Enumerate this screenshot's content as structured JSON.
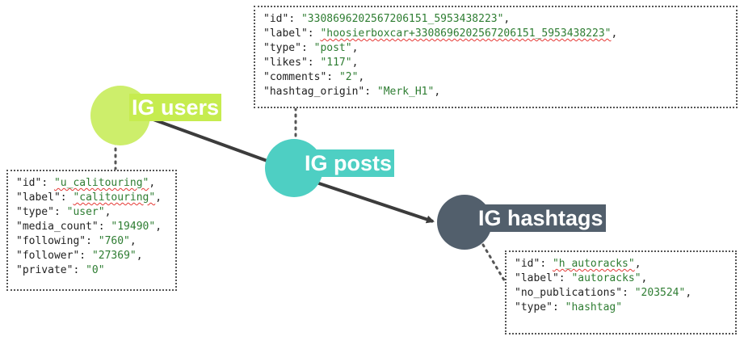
{
  "colors": {
    "users": "#cdee6b",
    "users_label_bg": "#c6ec4f",
    "posts": "#4ecfc3",
    "posts_label_bg": "#4ecfc3",
    "hashtags": "#525f6c",
    "hashtags_label_bg": "#525f6c",
    "edge": "#3c3c3c",
    "value_text": "#2e7d32"
  },
  "nodes": {
    "users": {
      "label": "IG users"
    },
    "posts": {
      "label": "IG posts"
    },
    "hashtags": {
      "label": "IG hashtags"
    }
  },
  "boxes": {
    "posts": [
      {
        "key": "\"id\"",
        "value": "\"3308696202567206151_5953438223\"",
        "trail": ","
      },
      {
        "key": "\"label\"",
        "value": "\"hoosierboxcar+3308696202567206151_5953438223\"",
        "trail": ",",
        "squiggle": true
      },
      {
        "key": "\"type\"",
        "value": "\"post\"",
        "trail": ","
      },
      {
        "key": "\"likes\"",
        "value": "\"117\"",
        "trail": ","
      },
      {
        "key": "\"comments\"",
        "value": "\"2\"",
        "trail": ","
      },
      {
        "key": "\"hashtag_origin\"",
        "value": "\"Merk_H1\"",
        "trail": ","
      }
    ],
    "users": [
      {
        "key": "\"id\"",
        "value": "\"u_calitouring\"",
        "trail": ",",
        "squiggle": true
      },
      {
        "key": "\"label\"",
        "value": "\"calitouring\"",
        "trail": ",",
        "squiggle": true
      },
      {
        "key": "\"type\"",
        "value": "\"user\"",
        "trail": ","
      },
      {
        "key": "\"media_count\"",
        "value": "\"19490\"",
        "trail": ","
      },
      {
        "key": "\"following\"",
        "value": "\"760\"",
        "trail": ","
      },
      {
        "key": "\"follower\"",
        "value": "\"27369\"",
        "trail": ","
      },
      {
        "key": "\"private\"",
        "value": "\"0\"",
        "trail": ""
      }
    ],
    "hashtags": [
      {
        "key": "\"id\"",
        "value": "\"h_autoracks\"",
        "trail": ",",
        "squiggle": true
      },
      {
        "key": "\"label\"",
        "value": "\"autoracks\"",
        "trail": ","
      },
      {
        "key": "\"no_publications\"",
        "value": "\"203524\"",
        "trail": ","
      },
      {
        "key": "\"type\"",
        "value": "\"hashtag\"",
        "trail": ""
      }
    ]
  }
}
